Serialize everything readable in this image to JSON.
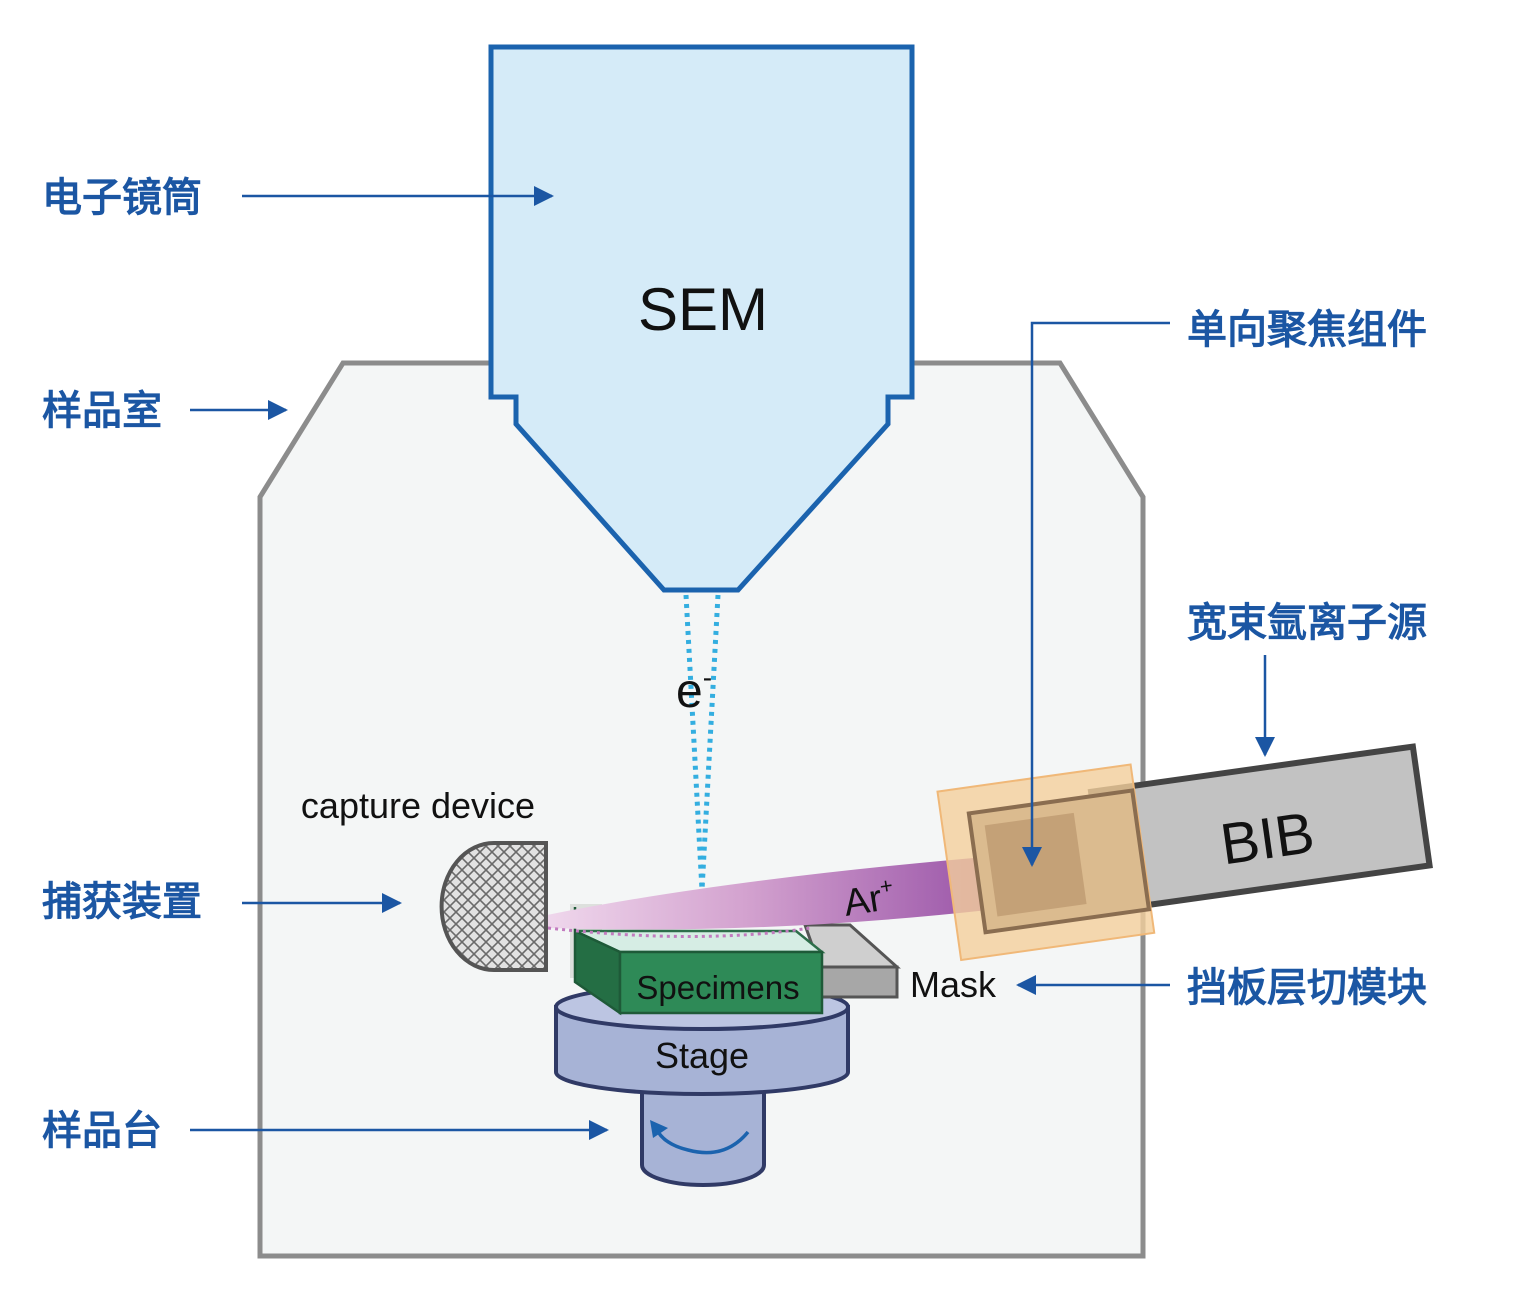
{
  "labels": {
    "electron_column": "电子镜筒",
    "sample_chamber": "样品室",
    "capture_unit": "捕获装置",
    "sample_stage": "样品台",
    "focusing_assembly": "单向聚焦组件",
    "argon_source": "宽束氩离子源",
    "mask_module": "挡板层切模块"
  },
  "components": {
    "sem": "SEM",
    "electron": "e",
    "electron_sup": "-",
    "capture_device": "capture device",
    "argon": "Ar",
    "argon_sup": "+",
    "bib": "BIB",
    "specimens": "Specimens",
    "mask": "Mask",
    "stage": "Stage"
  },
  "colors": {
    "annotation": "#1b56a3",
    "chamber_fill": "#f4f6f6",
    "chamber_stroke": "#8c8c8c",
    "sem_fill": "#d5ebf8",
    "sem_stroke": "#1b63ae",
    "beam": "#33aee0",
    "stage_fill": "#a7b3d6",
    "stage_stroke": "#303a66",
    "specimen": "#2e8a57",
    "bib_fill": "#c2c2c2",
    "focus_fill": "#f4cf9c",
    "ion_beam": "#9a5aa8"
  }
}
